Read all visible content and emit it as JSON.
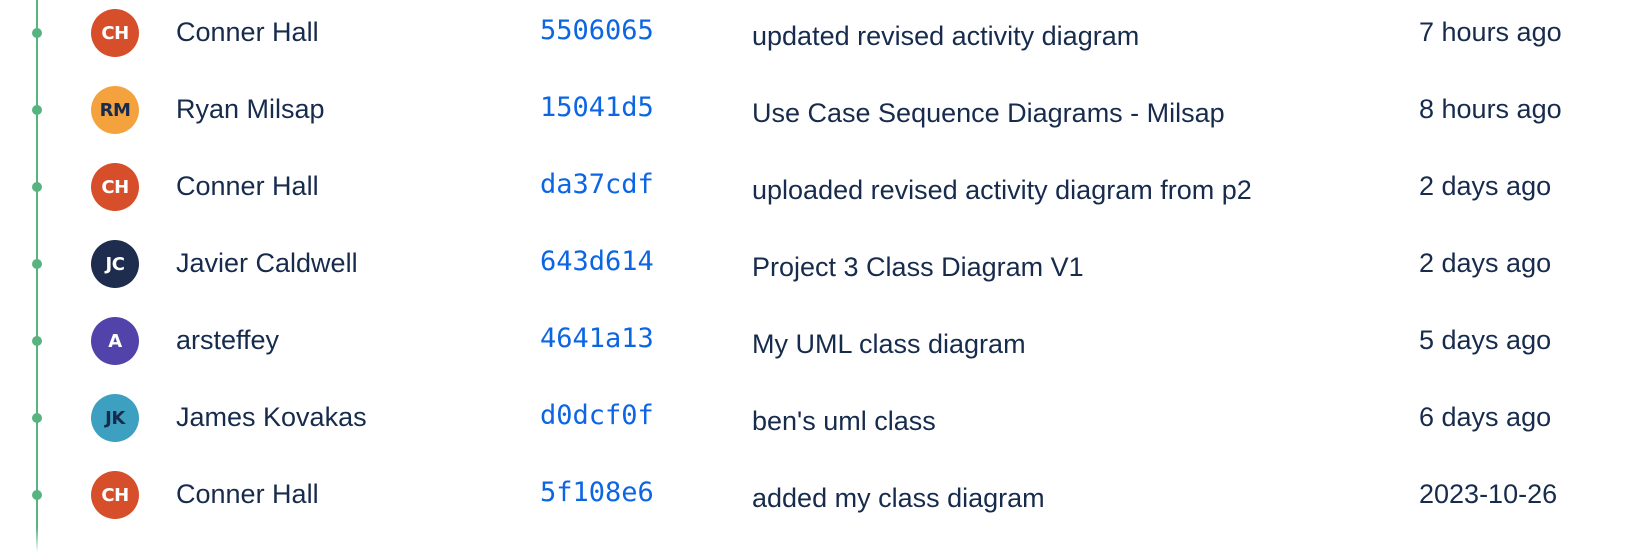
{
  "commits": [
    {
      "author": "Conner Hall",
      "initials": "CH",
      "avatar_color": "#d64f2a",
      "hash": "5506065",
      "message": "updated revised activity diagram",
      "time": "7 hours ago"
    },
    {
      "author": "Ryan Milsap",
      "initials": "RM",
      "avatar_color": "#f4a23d",
      "hash": "15041d5",
      "message": "Use Case Sequence Diagrams - Milsap",
      "time": "8 hours ago"
    },
    {
      "author": "Conner Hall",
      "initials": "CH",
      "avatar_color": "#d64f2a",
      "hash": "da37cdf",
      "message": "uploaded revised activity diagram from p2",
      "time": "2 days ago"
    },
    {
      "author": "Javier Caldwell",
      "initials": "JC",
      "avatar_color": "#1e2d4d",
      "hash": "643d614",
      "message": "Project 3 Class Diagram V1",
      "time": "2 days ago"
    },
    {
      "author": "arsteffey",
      "initials": "A",
      "avatar_color": "#5243aa",
      "hash": "4641a13",
      "message": "My UML class diagram",
      "time": "5 days ago"
    },
    {
      "author": "James Kovakas",
      "initials": "JK",
      "avatar_color": "#3ea0c0",
      "hash": "d0dcf0f",
      "message": "ben's uml class",
      "time": "6 days ago"
    },
    {
      "author": "Conner Hall",
      "initials": "CH",
      "avatar_color": "#d64f2a",
      "hash": "5f108e6",
      "message": "added my class diagram",
      "time": "2023-10-26"
    }
  ]
}
